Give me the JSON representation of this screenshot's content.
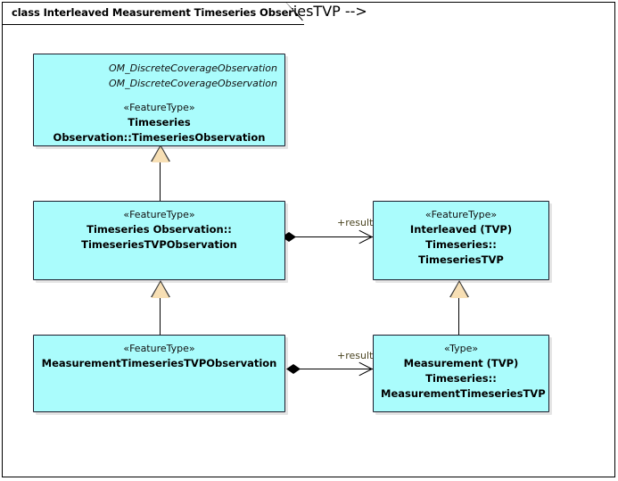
{
  "frame": {
    "title": "class Interleaved Measurement Timeseries Observation"
  },
  "classes": [
    {
      "id": "timeseries-observation",
      "tagged_values": [
        "OM_DiscreteCoverageObservation",
        "OM_DiscreteCoverageObservation"
      ],
      "stereotype": "«FeatureType»",
      "name_lines": [
        "Timeseries Observation::TimeseriesObservation"
      ]
    },
    {
      "id": "timeseries-tvp-observation",
      "tagged_values": [],
      "stereotype": "«FeatureType»",
      "name_lines": [
        "Timeseries Observation::",
        "TimeseriesTVPObservation"
      ]
    },
    {
      "id": "interleaved-timeseries-tvp",
      "tagged_values": [],
      "stereotype": "«FeatureType»",
      "name_lines": [
        "Interleaved (TVP) Timeseries::",
        "TimeseriesTVP"
      ]
    },
    {
      "id": "measurement-timeseries-tvp-observation",
      "tagged_values": [],
      "stereotype": "«FeatureType»",
      "name_lines": [
        "MeasurementTimeseriesTVPObservation"
      ]
    },
    {
      "id": "measurement-timeseries-tvp",
      "tagged_values": [],
      "stereotype": "«Type»",
      "name_lines": [
        "Measurement (TVP) Timeseries::",
        "MeasurementTimeseriesTVP"
      ]
    }
  ],
  "connectors": {
    "generalization_upper": {
      "kind": "generalization"
    },
    "generalization_lower_left": {
      "kind": "generalization"
    },
    "generalization_lower_right": {
      "kind": "generalization"
    },
    "composition_upper": {
      "kind": "composition",
      "role_label": "+result"
    },
    "composition_lower": {
      "kind": "composition",
      "role_label": "+result"
    }
  },
  "colors": {
    "class_fill": "#aafcfc",
    "class_border": "#1b1b2b",
    "generalization_fill": "#f7dfb4",
    "role_label": "#4a4420",
    "frame_border": "#000000"
  }
}
